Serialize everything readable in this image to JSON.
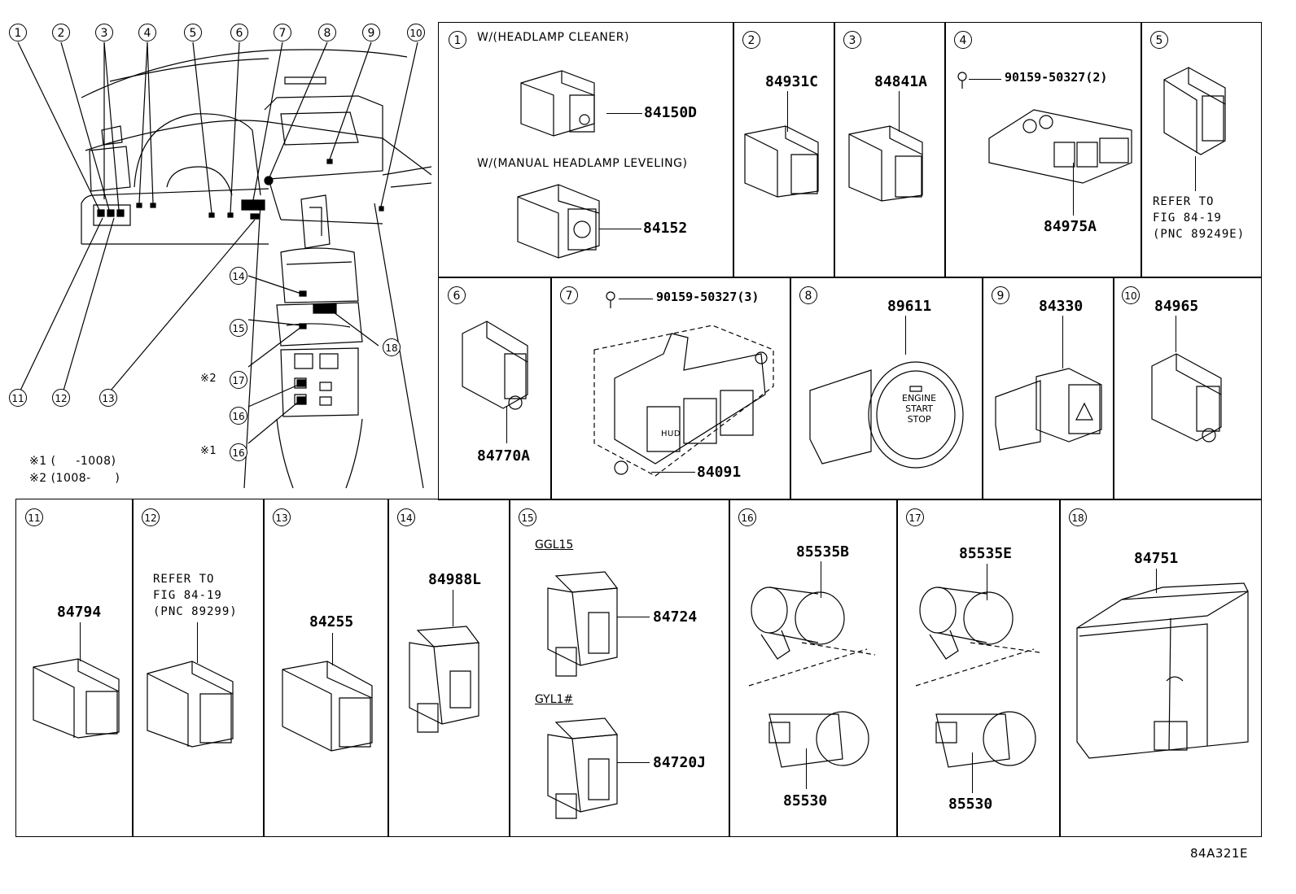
{
  "overview": {
    "callouts": [
      "1",
      "2",
      "3",
      "4",
      "5",
      "6",
      "7",
      "8",
      "9",
      "10",
      "11",
      "12",
      "13",
      "14",
      "15",
      "16",
      "17",
      "18"
    ],
    "mark2_label": "※2",
    "mark1_label": "※1",
    "footnotes": [
      "※1 (     -1008)",
      "※2 (1008-      )"
    ]
  },
  "panels": [
    {
      "num": "1",
      "note_a": "W/(HEADLAMP CLEANER)",
      "pn_a": "84150D",
      "note_b": "W/(MANUAL HEADLAMP LEVELING)",
      "pn_b": "84152"
    },
    {
      "num": "2",
      "pn": "84931C"
    },
    {
      "num": "3",
      "pn": "84841A"
    },
    {
      "num": "4",
      "pn": "84975A",
      "screw": "90159-50327(2)"
    },
    {
      "num": "5",
      "ref": "REFER TO\nFIG 84-19\n(PNC 89249E)"
    },
    {
      "num": "6",
      "pn": "84770A"
    },
    {
      "num": "7",
      "pn": "84091",
      "screw": "90159-50327(3)",
      "btn_hud": "HUD"
    },
    {
      "num": "8",
      "pn": "89611",
      "btn_text": "ENGINE\nSTART\nSTOP"
    },
    {
      "num": "9",
      "pn": "84330"
    },
    {
      "num": "10",
      "pn": "84965"
    },
    {
      "num": "11",
      "pn": "84794"
    },
    {
      "num": "12",
      "ref": "REFER TO\nFIG 84-19\n(PNC 89299)"
    },
    {
      "num": "13",
      "pn": "84255"
    },
    {
      "num": "14",
      "pn": "84988L"
    },
    {
      "num": "15",
      "sub_a": "GGL15",
      "pn_a": "84724",
      "sub_b": "GYL1#",
      "pn_b": "84720J"
    },
    {
      "num": "16",
      "pn_a": "85535B",
      "pn_b": "85530"
    },
    {
      "num": "17",
      "pn_a": "85535E",
      "pn_b": "85530"
    },
    {
      "num": "18",
      "pn": "84751"
    }
  ],
  "diagram_id": "84A321E"
}
